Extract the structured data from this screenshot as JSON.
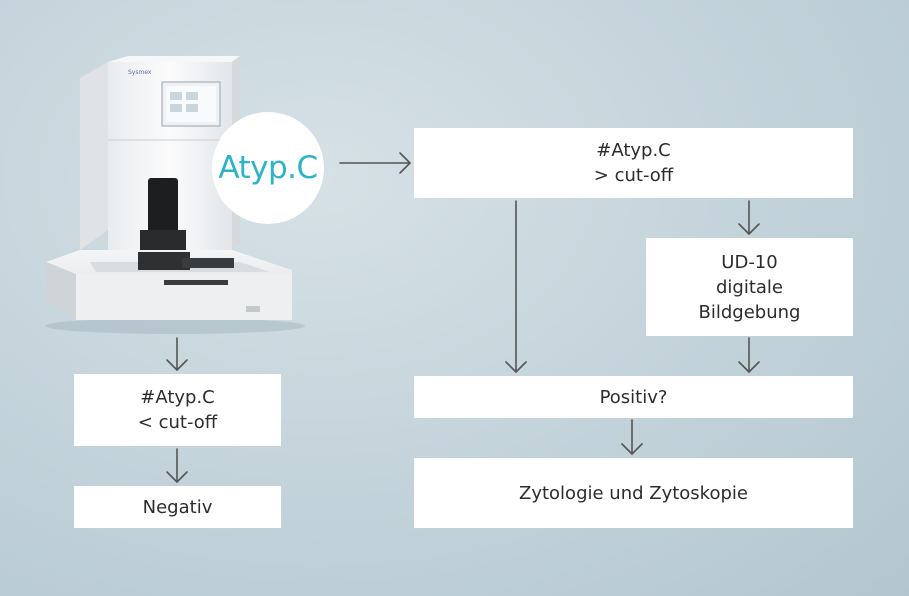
{
  "analyzer": {
    "brand_text": "Sysmex"
  },
  "circle_label": "Atyp.C",
  "nodes": {
    "atyp_high": {
      "line1": "#Atyp.C",
      "line2": "> cut-off"
    },
    "ud10": {
      "line1": "UD-10",
      "line2": "digitale",
      "line3": "Bildgebung"
    },
    "positiv": {
      "label": "Positiv?"
    },
    "zytologie": {
      "label": "Zytologie und Zytoskopie"
    },
    "atyp_low": {
      "line1": "#Atyp.C",
      "line2": "< cut-off"
    },
    "negativ": {
      "label": "Negativ"
    }
  },
  "colors": {
    "accent": "#2fb3c4",
    "arrow": "#555555",
    "box": "#ffffff",
    "background": "#c6d5dc"
  }
}
